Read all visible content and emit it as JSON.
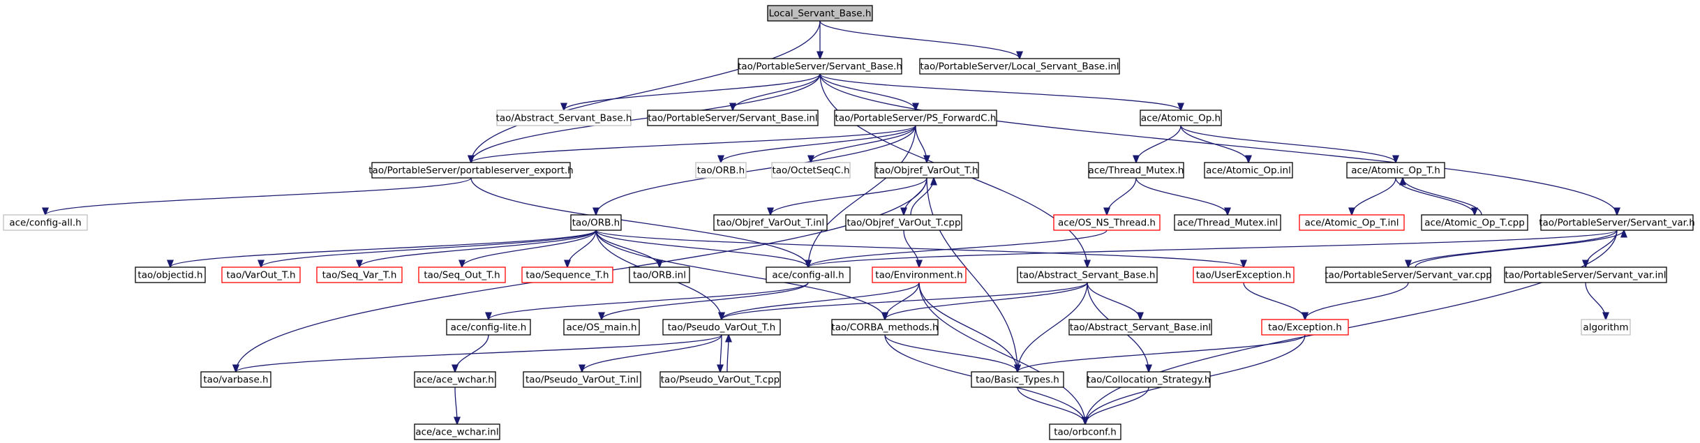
{
  "colors": {
    "root_fill": "#bfbfbf",
    "node_border": "#000000",
    "missing_border": "#bfbfbf",
    "error_border": "#ff0000",
    "edge": "#191970",
    "background": "#ffffff"
  },
  "nodes": [
    {
      "id": "root",
      "label": "Local_Servant_Base.h",
      "style": "root"
    },
    {
      "id": "servant_base",
      "label": "tao/PortableServer/Servant_Base.h",
      "style": "normal"
    },
    {
      "id": "local_servant_inl",
      "label": "tao/PortableServer/Local_Servant_Base.inl",
      "style": "normal"
    },
    {
      "id": "abstract_servant_base_gray",
      "label": "tao/Abstract_Servant_Base.h",
      "style": "missing"
    },
    {
      "id": "servant_base_inl",
      "label": "tao/PortableServer/Servant_Base.inl",
      "style": "normal"
    },
    {
      "id": "ps_forwardc",
      "label": "tao/PortableServer/PS_ForwardC.h",
      "style": "normal"
    },
    {
      "id": "atomic_op",
      "label": "ace/Atomic_Op.h",
      "style": "normal"
    },
    {
      "id": "ps_export",
      "label": "tao/PortableServer/portableserver_export.h",
      "style": "normal"
    },
    {
      "id": "orb_h_gray",
      "label": "tao/ORB.h",
      "style": "missing"
    },
    {
      "id": "octetseqc",
      "label": "tao/OctetSeqC.h",
      "style": "missing"
    },
    {
      "id": "objref_varout",
      "label": "tao/Objref_VarOut_T.h",
      "style": "normal"
    },
    {
      "id": "thread_mutex",
      "label": "ace/Thread_Mutex.h",
      "style": "normal"
    },
    {
      "id": "atomic_op_inl",
      "label": "ace/Atomic_Op.inl",
      "style": "normal"
    },
    {
      "id": "atomic_op_t",
      "label": "ace/Atomic_Op_T.h",
      "style": "normal"
    },
    {
      "id": "config_all_gray",
      "label": "ace/config-all.h",
      "style": "missing"
    },
    {
      "id": "orb_h",
      "label": "tao/ORB.h",
      "style": "normal"
    },
    {
      "id": "objref_varout_inl",
      "label": "tao/Objref_VarOut_T.inl",
      "style": "normal"
    },
    {
      "id": "objref_varout_cpp",
      "label": "tao/Objref_VarOut_T.cpp",
      "style": "normal"
    },
    {
      "id": "os_ns_thread",
      "label": "ace/OS_NS_Thread.h",
      "style": "error"
    },
    {
      "id": "thread_mutex_inl",
      "label": "ace/Thread_Mutex.inl",
      "style": "normal"
    },
    {
      "id": "atomic_op_t_inl",
      "label": "ace/Atomic_Op_T.inl",
      "style": "error"
    },
    {
      "id": "atomic_op_t_cpp",
      "label": "ace/Atomic_Op_T.cpp",
      "style": "normal"
    },
    {
      "id": "servant_var",
      "label": "tao/PortableServer/Servant_var.h",
      "style": "normal"
    },
    {
      "id": "objectid",
      "label": "tao/objectid.h",
      "style": "normal"
    },
    {
      "id": "varout_t",
      "label": "tao/VarOut_T.h",
      "style": "error"
    },
    {
      "id": "seq_var_t",
      "label": "tao/Seq_Var_T.h",
      "style": "error"
    },
    {
      "id": "seq_out_t",
      "label": "tao/Seq_Out_T.h",
      "style": "error"
    },
    {
      "id": "sequence_t",
      "label": "tao/Sequence_T.h",
      "style": "error"
    },
    {
      "id": "orb_inl",
      "label": "tao/ORB.inl",
      "style": "normal"
    },
    {
      "id": "config_all",
      "label": "ace/config-all.h",
      "style": "normal"
    },
    {
      "id": "environment",
      "label": "tao/Environment.h",
      "style": "error"
    },
    {
      "id": "abstract_servant_base",
      "label": "tao/Abstract_Servant_Base.h",
      "style": "normal"
    },
    {
      "id": "userexception",
      "label": "tao/UserException.h",
      "style": "error"
    },
    {
      "id": "servant_var_cpp",
      "label": "tao/PortableServer/Servant_var.cpp",
      "style": "normal"
    },
    {
      "id": "servant_var_inl",
      "label": "tao/PortableServer/Servant_var.inl",
      "style": "normal"
    },
    {
      "id": "config_lite",
      "label": "ace/config-lite.h",
      "style": "normal"
    },
    {
      "id": "os_main",
      "label": "ace/OS_main.h",
      "style": "normal"
    },
    {
      "id": "pseudo_varout",
      "label": "tao/Pseudo_VarOut_T.h",
      "style": "normal"
    },
    {
      "id": "corba_methods",
      "label": "tao/CORBA_methods.h",
      "style": "normal"
    },
    {
      "id": "abstract_servant_base_inl",
      "label": "tao/Abstract_Servant_Base.inl",
      "style": "normal"
    },
    {
      "id": "exception",
      "label": "tao/Exception.h",
      "style": "error"
    },
    {
      "id": "algorithm",
      "label": "algorithm",
      "style": "missing"
    },
    {
      "id": "varbase",
      "label": "tao/varbase.h",
      "style": "normal"
    },
    {
      "id": "ace_wchar",
      "label": "ace/ace_wchar.h",
      "style": "normal"
    },
    {
      "id": "pseudo_varout_inl",
      "label": "tao/Pseudo_VarOut_T.inl",
      "style": "normal"
    },
    {
      "id": "pseudo_varout_cpp",
      "label": "tao/Pseudo_VarOut_T.cpp",
      "style": "normal"
    },
    {
      "id": "basic_types",
      "label": "tao/Basic_Types.h",
      "style": "normal"
    },
    {
      "id": "collocation_strategy",
      "label": "tao/Collocation_Strategy.h",
      "style": "normal"
    },
    {
      "id": "ace_wchar_inl",
      "label": "ace/ace_wchar.inl",
      "style": "normal"
    },
    {
      "id": "orbconf",
      "label": "tao/orbconf.h",
      "style": "normal"
    }
  ]
}
